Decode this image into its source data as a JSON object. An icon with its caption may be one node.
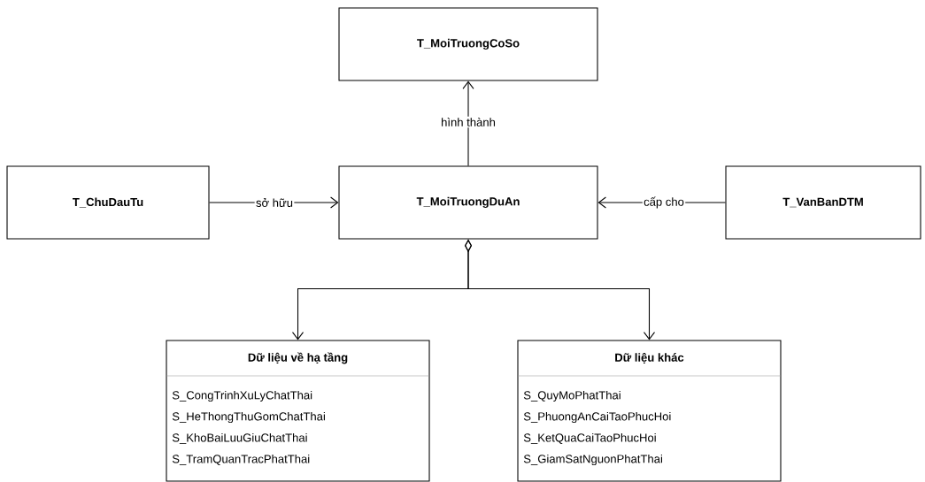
{
  "diagram": {
    "nodes": [
      {
        "text": [
          "T_MoiTruongCoSo"
        ]
      },
      {
        "text": [
          "T_ChuDauTu"
        ]
      },
      {
        "text": [
          "T_MoiTruongDuAn"
        ]
      },
      {
        "text": [
          "T_VanBanDTM"
        ]
      },
      {
        "text": [
          "Dữ liệu về hạ tầng",
          "S_CongTrinhXuLyChatThai",
          "S_HeThongThuGomChatThai",
          "S_KhoBaiLuuGiuChatThai",
          "S_TramQuanTracPhatThai"
        ]
      },
      {
        "text": [
          "Dữ liệu khác",
          "S_QuyMoPhatThai",
          "S_PhuongAnCaiTaoPhucHoi",
          "S_KetQuaCaiTaoPhucHoi",
          "S_GiamSatNguonPhatThai"
        ]
      }
    ],
    "edges": [
      {
        "from": 2,
        "to": 0,
        "arrow": "to",
        "label": "hình thành"
      },
      {
        "from": 1,
        "to": 2,
        "arrow": "to",
        "label": "sở hữu"
      },
      {
        "from": 3,
        "to": 2,
        "arrow": "to",
        "label": "cấp cho"
      },
      {
        "from": 2,
        "to": 4,
        "arrow": "to"
      },
      {
        "from": 2,
        "to": 5,
        "arrow": "to"
      }
    ]
  }
}
